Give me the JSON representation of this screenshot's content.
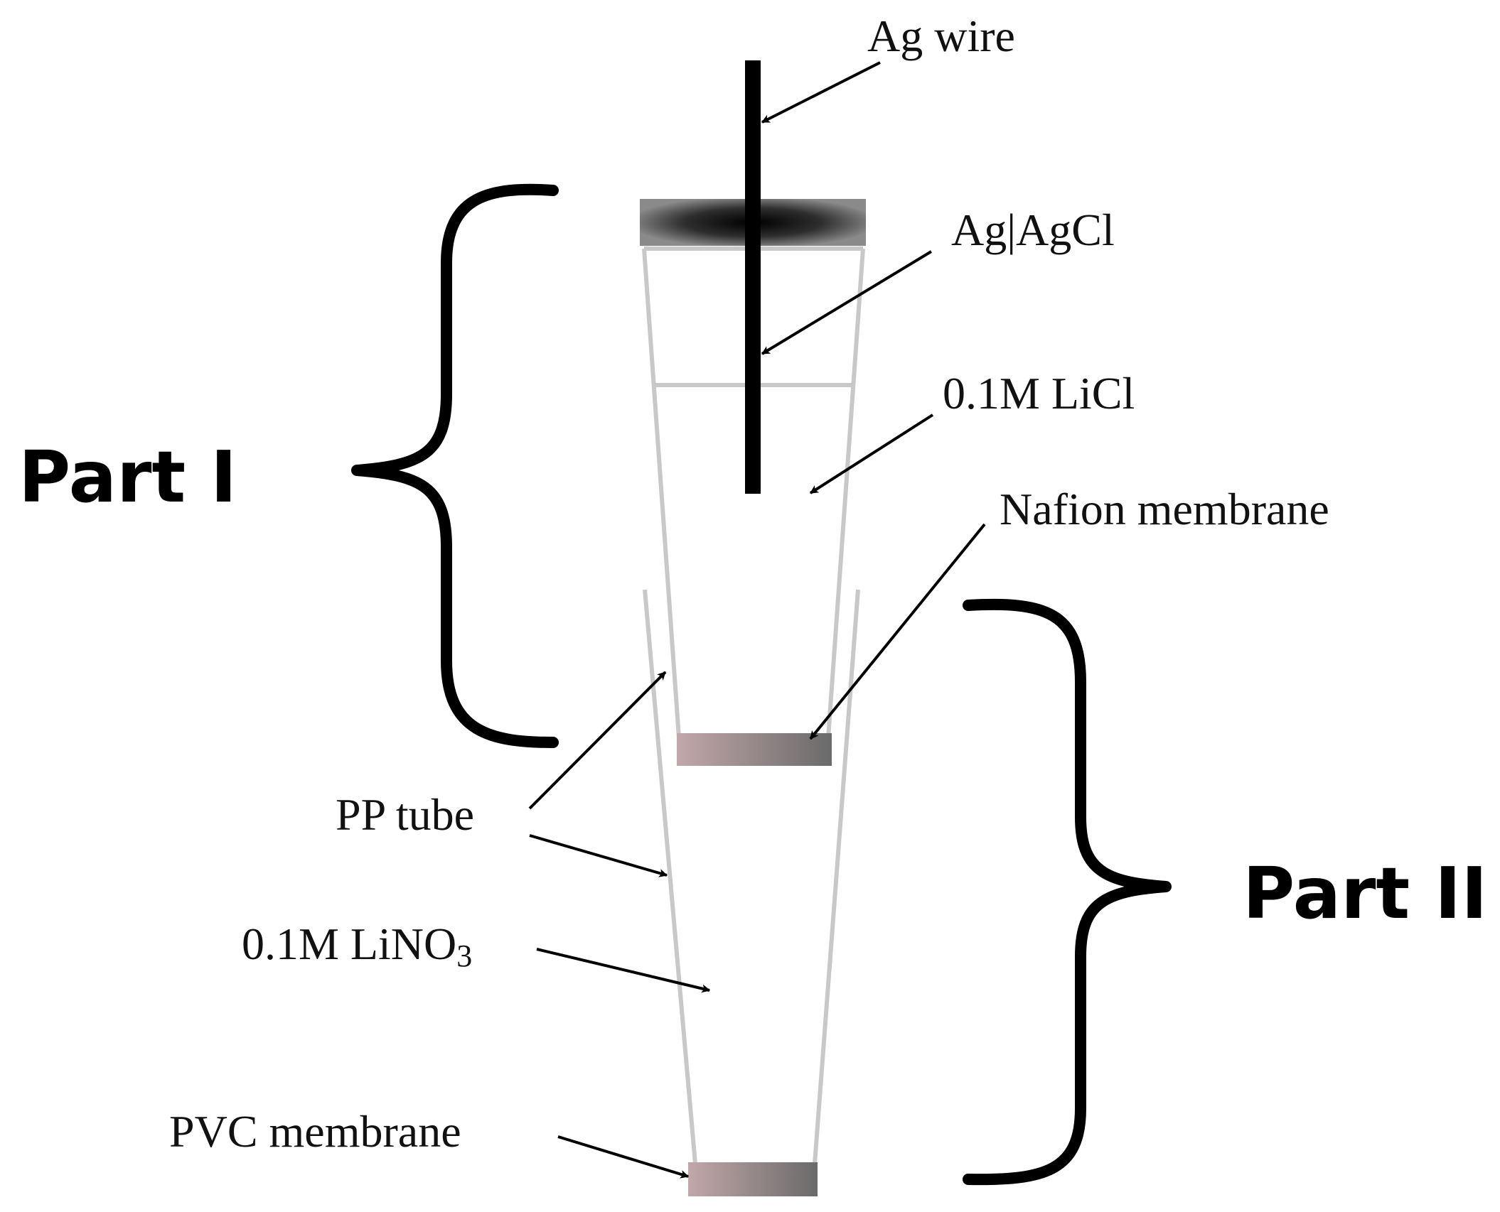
{
  "labels": {
    "ag_wire": "Ag wire",
    "ag_agcl": "Ag|AgCl",
    "licl": "0.1M LiCl",
    "nafion": "Nafion membrane",
    "pp_tube": "PP tube",
    "lino3_main": "0.1M LiNO",
    "lino3_sub": "3",
    "pvc": "PVC membrane",
    "part1": "Part I",
    "part2": "Part II"
  },
  "colors": {
    "ink": "#000000",
    "tube": "#c8c8c8",
    "membrane_light": "#bfa5a7",
    "membrane_dark": "#6e6e6e",
    "cap_dark": "#000000",
    "cap_light": "#8a8a8a"
  }
}
